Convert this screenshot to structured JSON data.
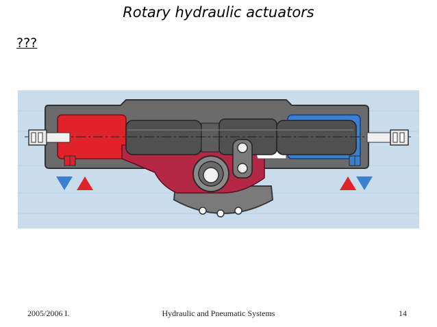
{
  "slide": {
    "title": "Rotary hydraulic actuators",
    "bullet": "???"
  },
  "footer": {
    "left": "2005/2006 I.",
    "center": "Hydraulic and Pneumatic Systems",
    "page_number": "14"
  },
  "colors": {
    "figure_background": "#c8dcec",
    "pressure_red": "#e0222a",
    "return_blue": "#3a7fd0",
    "housing_gray": "#6b6b6b",
    "gear_housing_crimson": "#b42846"
  }
}
